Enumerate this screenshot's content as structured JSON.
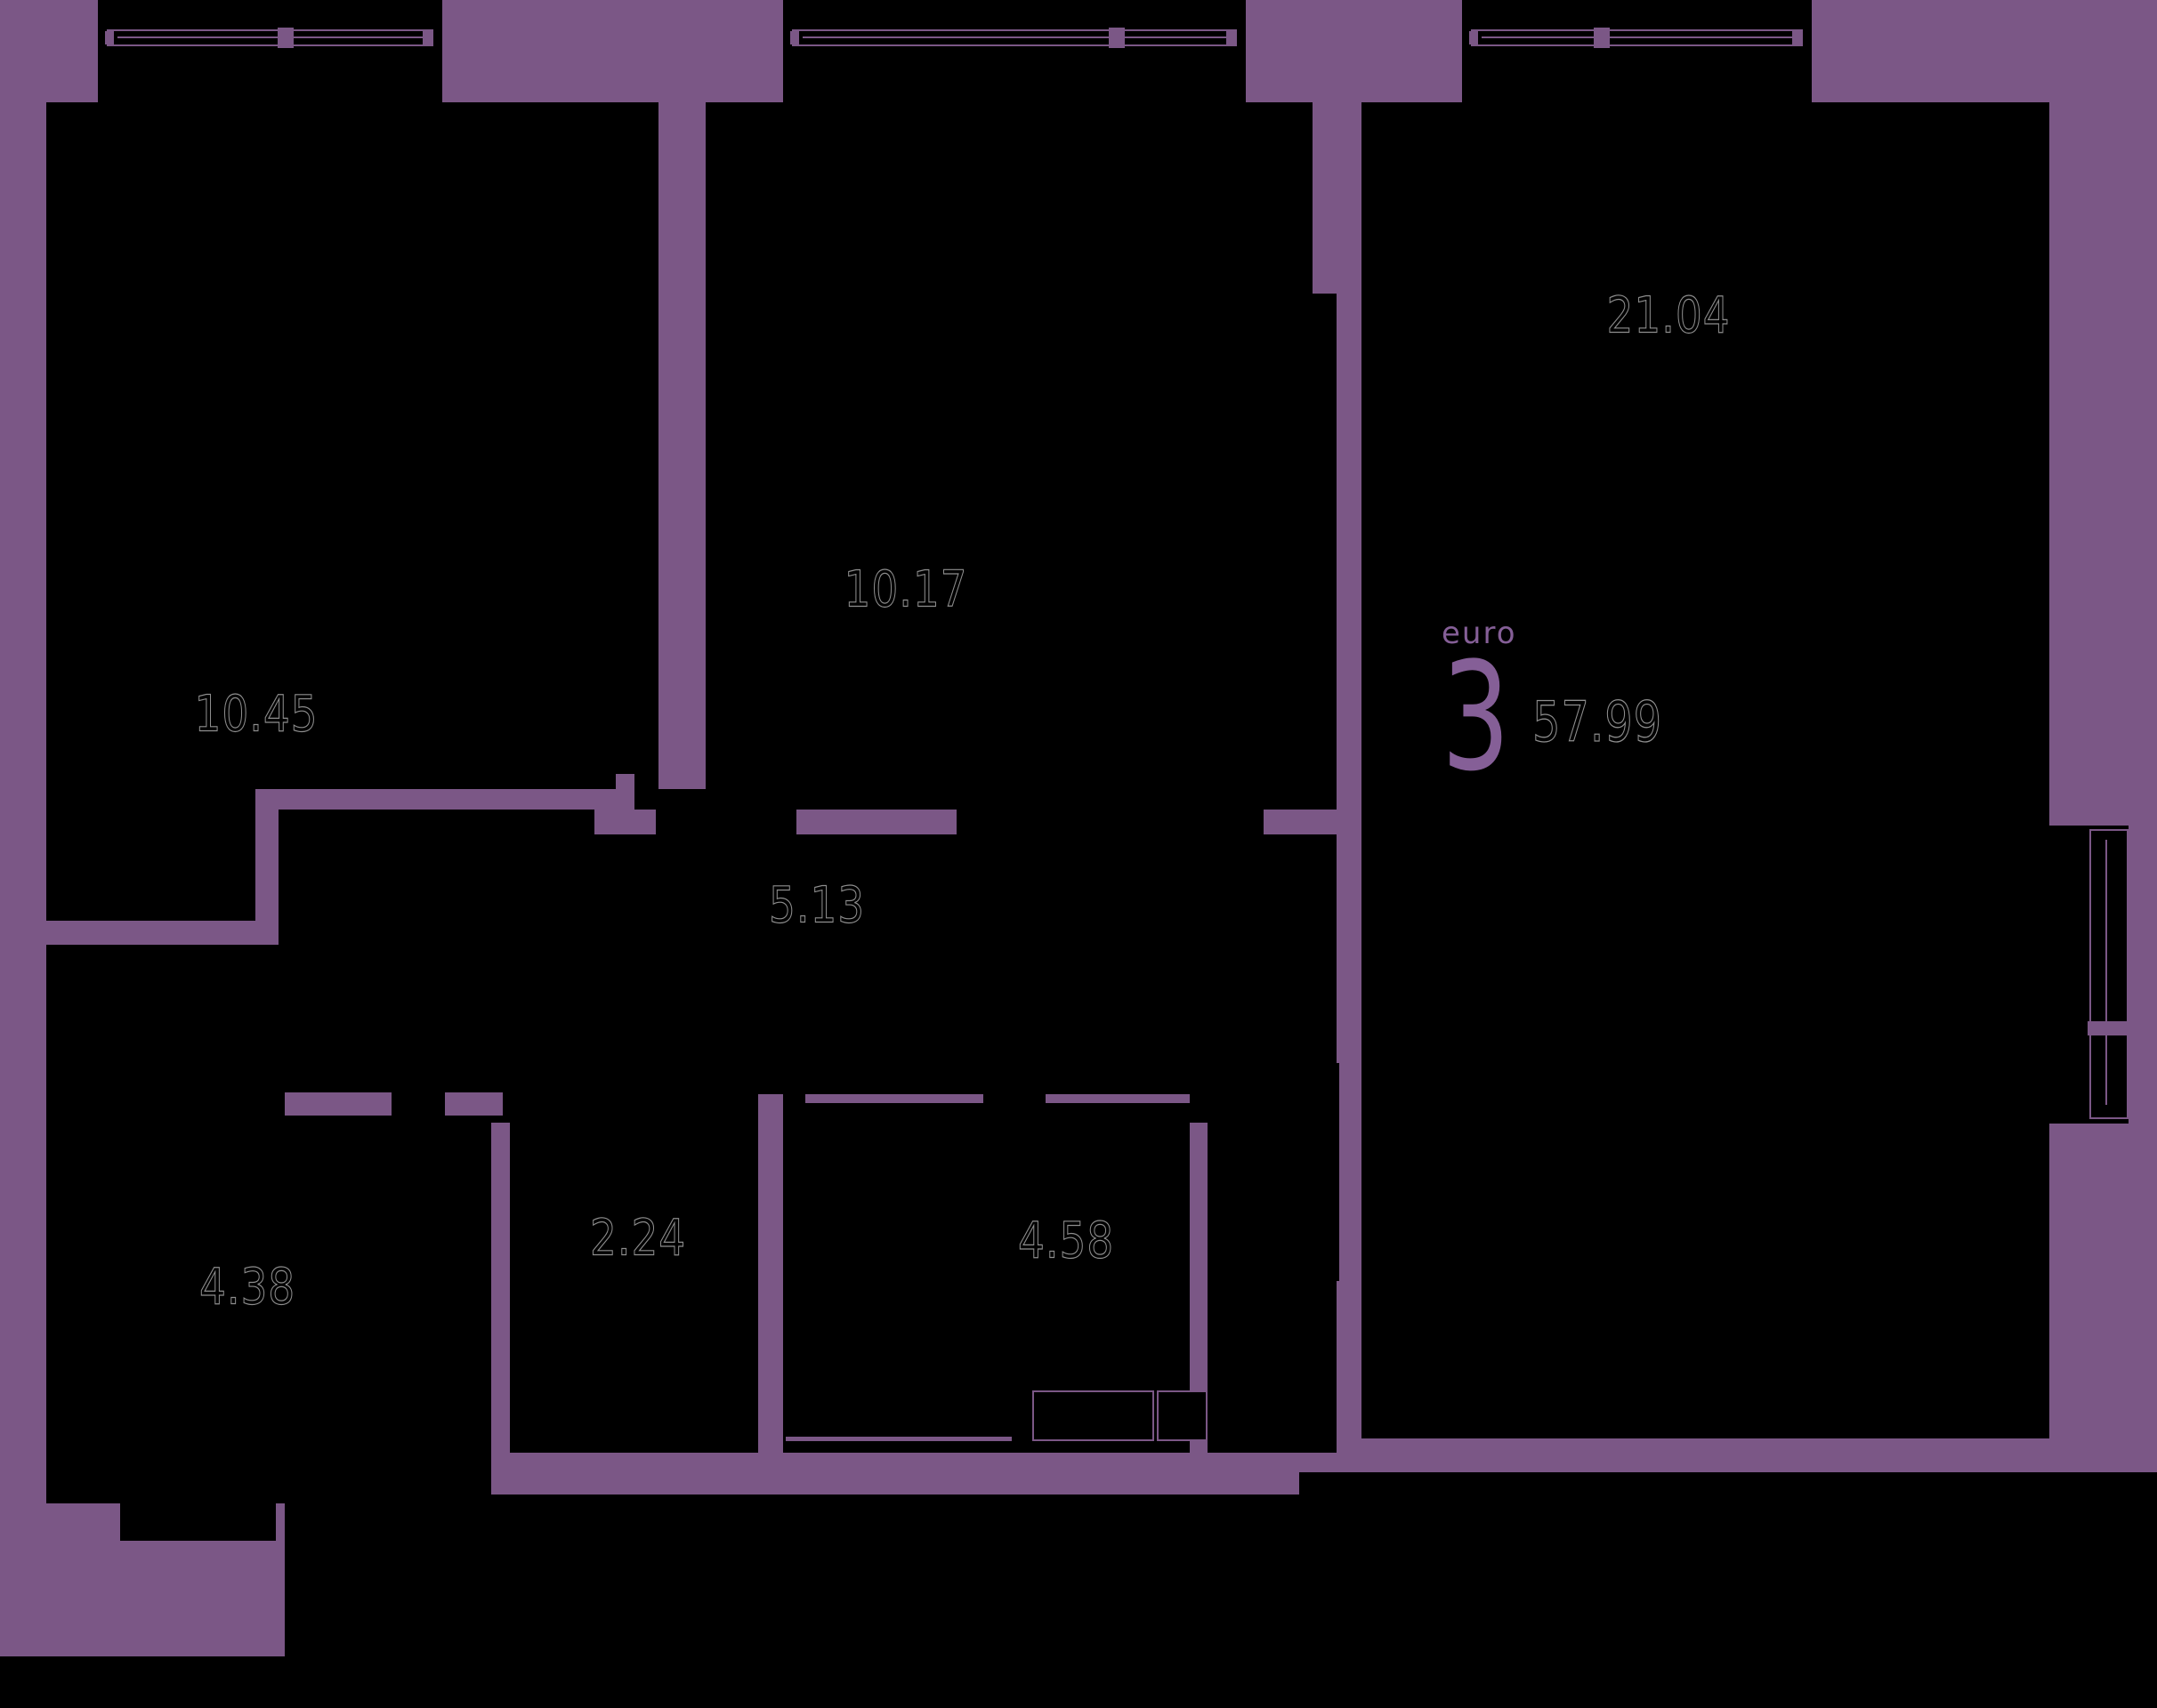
{
  "plan": {
    "apartment": {
      "type_label": "euro",
      "rooms_count": "3",
      "total_area": "57.99"
    },
    "rooms": [
      {
        "id": "bedroom-left",
        "area": "10.45"
      },
      {
        "id": "bedroom-middle",
        "area": "10.17"
      },
      {
        "id": "living-kitchen",
        "area": "21.04"
      },
      {
        "id": "hallway",
        "area": "5.13"
      },
      {
        "id": "bathroom-left",
        "area": "4.38"
      },
      {
        "id": "storage",
        "area": "2.24"
      },
      {
        "id": "bathroom-right",
        "area": "4.58"
      }
    ],
    "colors": {
      "background": "#7B5786",
      "room_fill": "#000000",
      "accent_text": "#855F97",
      "outline_text": "#8E8E8E"
    }
  }
}
